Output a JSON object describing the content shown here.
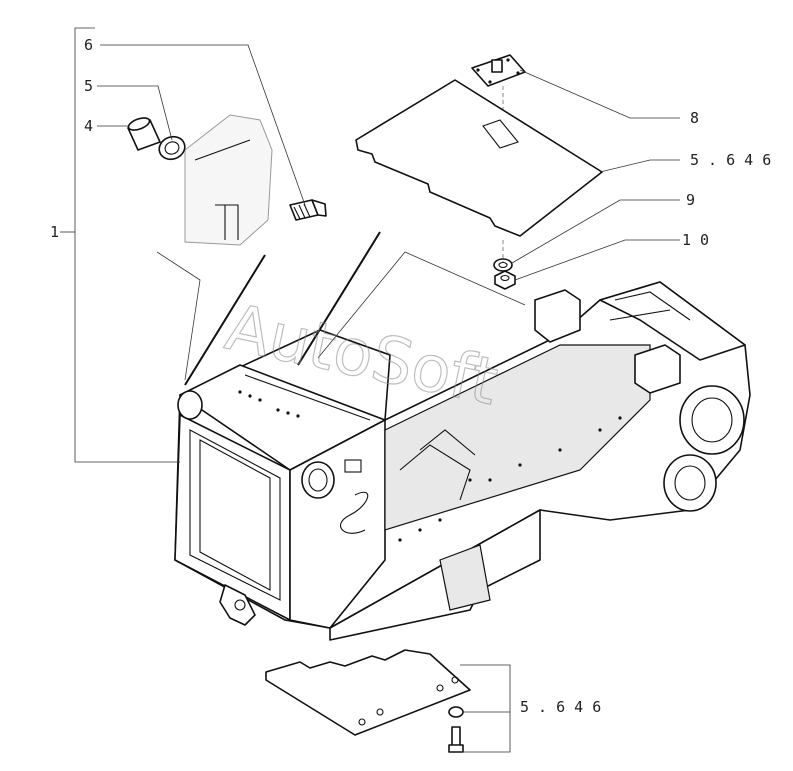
{
  "watermark": "AutoSoft",
  "callouts": {
    "c1": "1",
    "c4": "4",
    "c5": "5",
    "c6": "6",
    "c8": "8",
    "c9": "9",
    "c10": "1 0",
    "ref_top": "5 . 6 4 6",
    "ref_bottom": "5 . 6 4 6"
  }
}
